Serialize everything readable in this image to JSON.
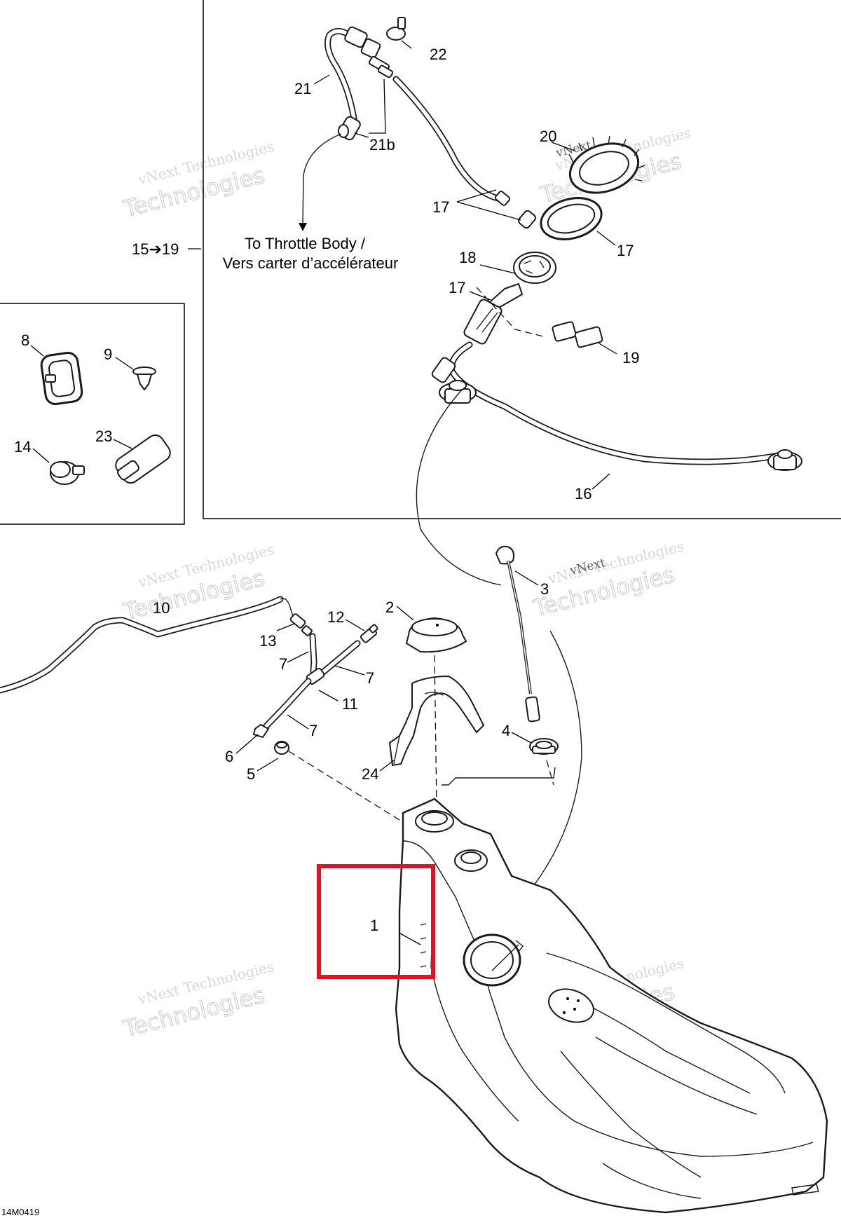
{
  "diagram": {
    "title": "",
    "figure_code": "14M0419",
    "note": {
      "line1": "To Throttle Body /",
      "line2": "Vers carter d’accélérateur"
    },
    "range_label": "15➔19",
    "callouts": {
      "c1": "1",
      "c2": "2",
      "c3": "3",
      "c4": "4",
      "c5": "5",
      "c6": "6",
      "c7a": "7",
      "c7b": "7",
      "c7c": "7",
      "c8": "8",
      "c9": "9",
      "c10": "10",
      "c11": "11",
      "c12": "12",
      "c13": "13",
      "c14": "14",
      "c16": "16",
      "c17a": "17",
      "c17b": "17",
      "c17c": "17",
      "c18": "18",
      "c19": "19",
      "c20": "20",
      "c21": "21",
      "c21b": "21b",
      "c22": "22",
      "c23": "23",
      "c24": "24"
    },
    "watermark": {
      "line1": "vNext Technologies",
      "line2": "Technologies",
      "line3": "vNext"
    },
    "highlight_color": "#e0141e"
  }
}
